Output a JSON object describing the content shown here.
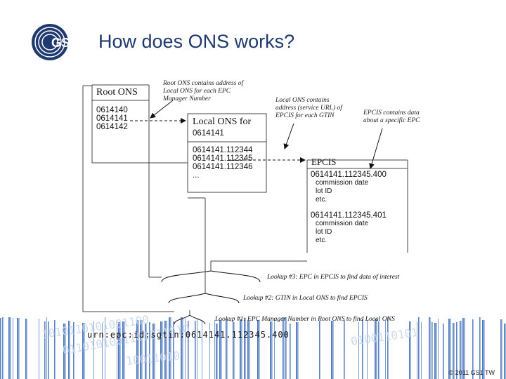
{
  "logo": {
    "text": "GS1"
  },
  "title": "How does ONS works?",
  "notes": {
    "root": [
      "Root ONS contains address of",
      "Local ONS for each EPC",
      "Manager Number"
    ],
    "local": [
      "Local ONS contains",
      "address (service URL) of",
      "EPCIS  for each GTIN"
    ],
    "epcis": [
      "EPCIS contains data",
      "about a specific EPC"
    ]
  },
  "root_ons": {
    "heading": "Root ONS",
    "entries": [
      "0614140",
      "0614141",
      "0614142"
    ]
  },
  "local_ons": {
    "heading": "Local ONS for",
    "subheading": "0614141",
    "entries": [
      "0614141.112344",
      "0614141.112345",
      "0614141.112346",
      "..."
    ]
  },
  "epcis": {
    "heading": "EPCIS",
    "records": [
      {
        "epc": "0614141.112345.400",
        "fields": [
          "commission date",
          "lot ID",
          "etc."
        ]
      },
      {
        "epc": "0614141.112345.401",
        "fields": [
          "commission date",
          "lot ID",
          "etc."
        ]
      }
    ]
  },
  "lookups": [
    "Lookup #3:  EPC in EPCIS to find data of interest",
    "Lookup #2:  GTIN in Local ONS to find EPCIS",
    "Lookup #1:  EPC Manager Number in Root ONS to find Local ONS"
  ],
  "urn": "urn:epc:id:sgtin:0614141.112345.400",
  "copyright": "© 2011 GS1 TW",
  "colors": {
    "brand": "#1f3a6e",
    "logo_orange": "#f26334",
    "barcode": "#2a5db0"
  }
}
